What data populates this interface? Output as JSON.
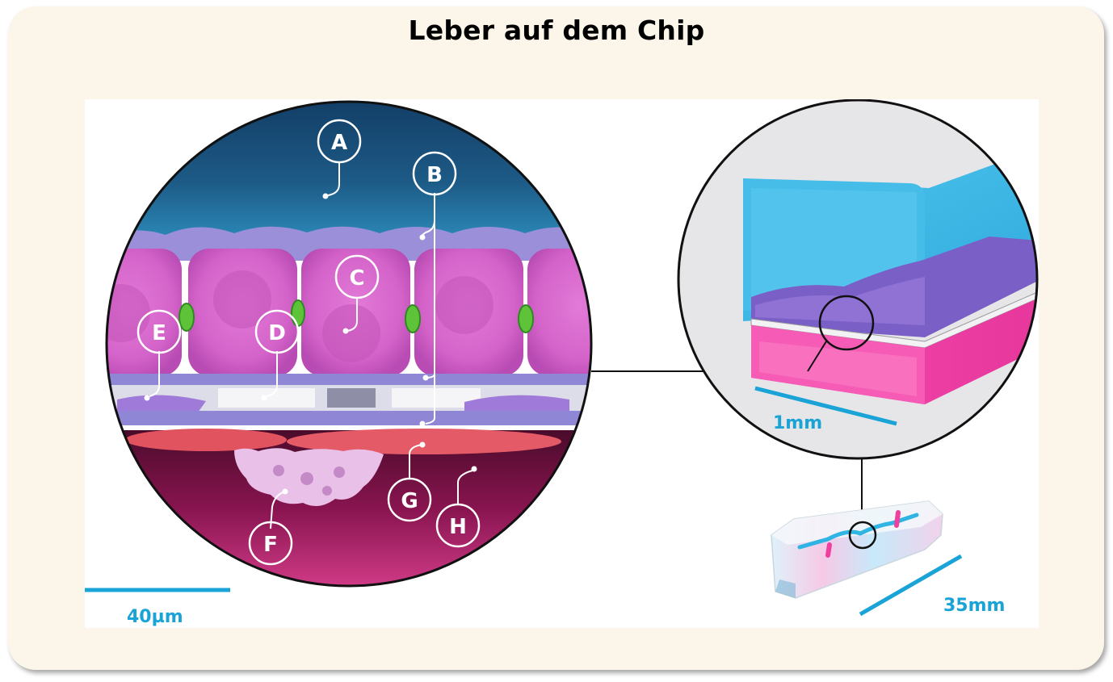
{
  "title": "Leber auf dem Chip",
  "labels": {
    "a": "A",
    "b": "B",
    "c": "C",
    "d": "D",
    "e": "E",
    "f": "F",
    "g": "G",
    "h": "H"
  },
  "scales": {
    "micro": "40µm",
    "channel": "1mm",
    "chip": "35mm"
  },
  "colors": {
    "background": "#fbf6e9",
    "top_channel": "#1f5f8c",
    "cells": "#d264c8",
    "bottom_channel": "#b51f6e",
    "scale_text": "#1aa3d6",
    "channel_blue": "#33b7e8",
    "channel_pink": "#f03ea3"
  }
}
